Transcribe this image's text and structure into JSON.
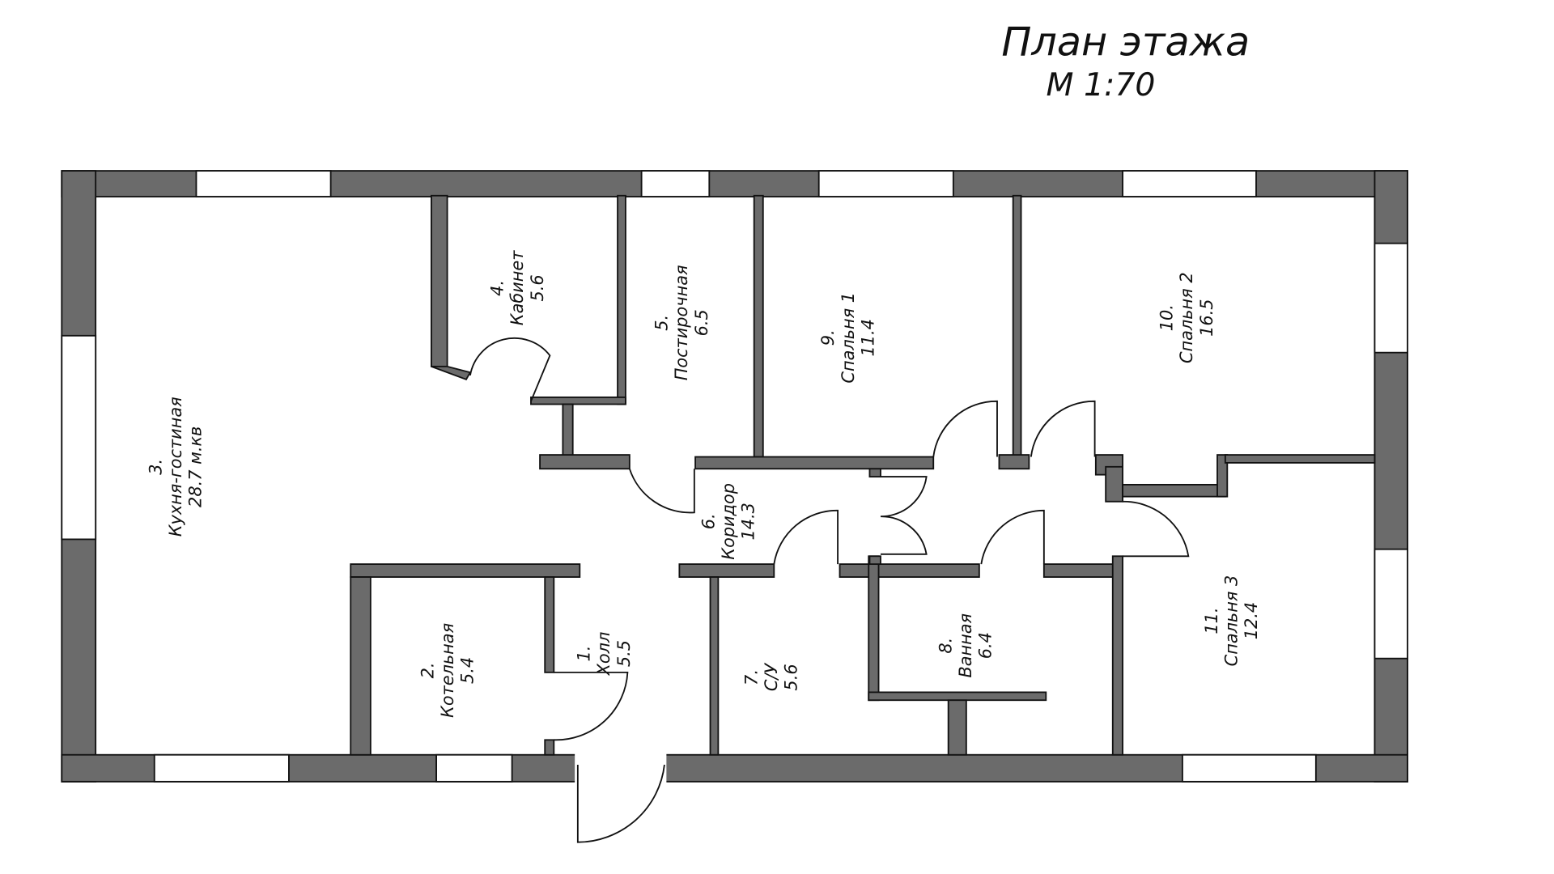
{
  "title": "План этажа",
  "scale": "М 1:70",
  "rooms": [
    {
      "num": "1.",
      "name": "Холл",
      "area": "5.5"
    },
    {
      "num": "2.",
      "name": "Котельная",
      "area": "5.4"
    },
    {
      "num": "3.",
      "name": "Кухня-гостиная",
      "area": "28.7 м.кв"
    },
    {
      "num": "4.",
      "name": "Кабинет",
      "area": "5.6"
    },
    {
      "num": "5.",
      "name": "Постирочная",
      "area": "6.5"
    },
    {
      "num": "6.",
      "name": "Коридор",
      "area": "14.3"
    },
    {
      "num": "7.",
      "name": "С/У",
      "area": "5.6"
    },
    {
      "num": "8.",
      "name": "Ванная",
      "area": "6.4"
    },
    {
      "num": "9.",
      "name": "Спальня 1",
      "area": "11.4"
    },
    {
      "num": "10.",
      "name": "Спальня 2",
      "area": "16.5"
    },
    {
      "num": "11.",
      "name": "Спальня 3",
      "area": "12.4"
    }
  ]
}
